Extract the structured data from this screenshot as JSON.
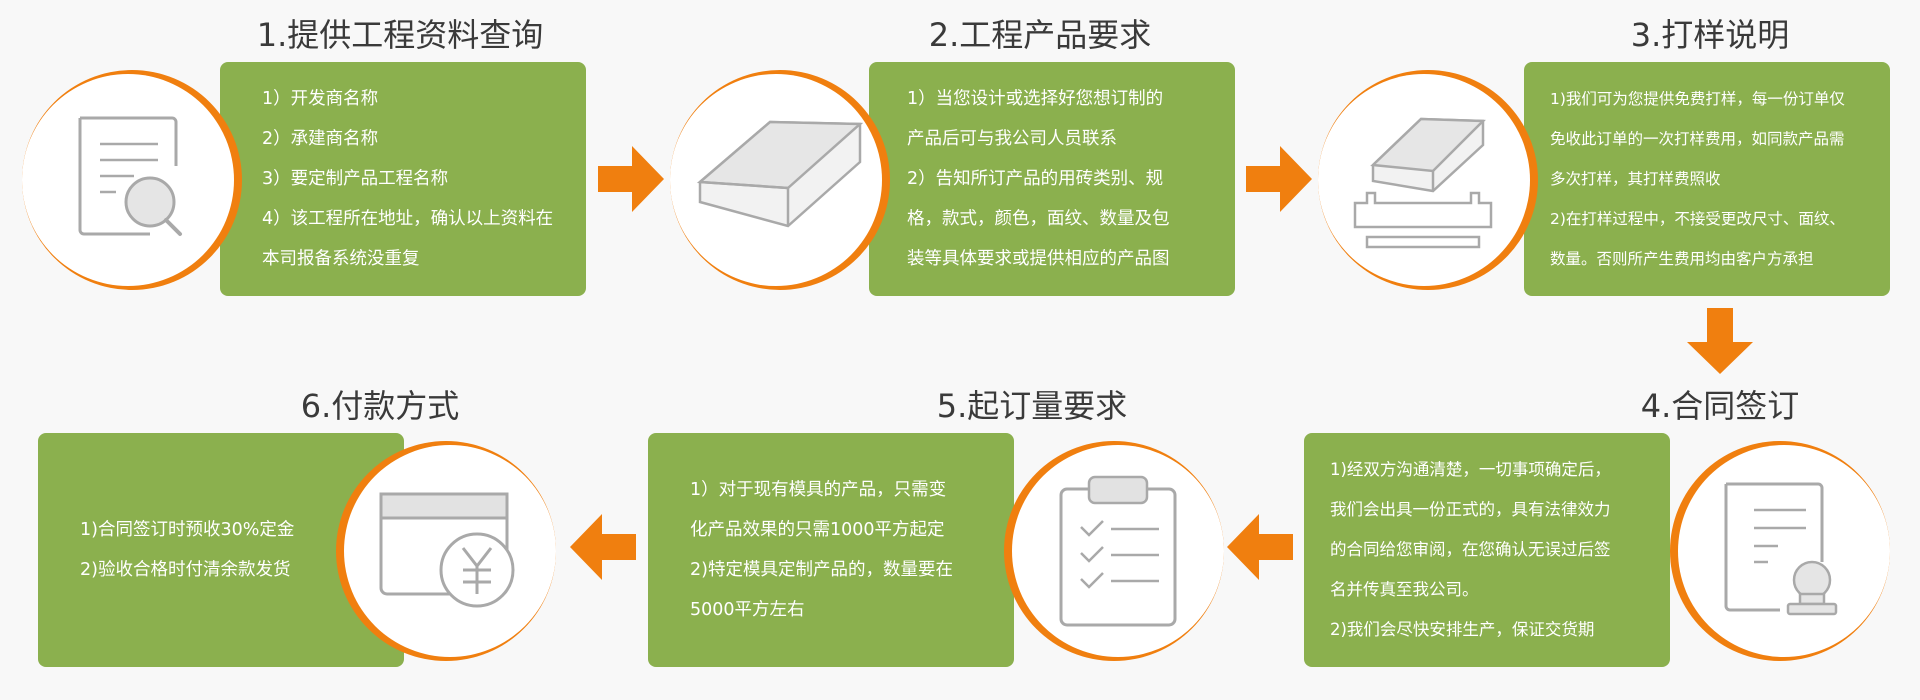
{
  "colors": {
    "accent": "#f07f0f",
    "card": "#8bb04e",
    "icon": "#a9a9a9"
  },
  "steps": [
    {
      "title": "1.提供工程资料查询",
      "icon": "document-search-icon",
      "lines": [
        "1）开发商名称",
        "2）承建商名称",
        "3）要定制产品工程名称",
        "4）该工程所在地址，确认以上资料在",
        "本司报备系统没重复"
      ]
    },
    {
      "title": "2.工程产品要求",
      "icon": "tile-block-icon",
      "lines": [
        "1）当您设计或选择好您想订制的",
        "产品后可与我公司人员联系",
        "2）告知所订产品的用砖类别、规",
        "格，款式，颜色，面纹、数量及包",
        "装等具体要求或提供相应的产品图"
      ]
    },
    {
      "title": "3.打样说明",
      "icon": "sample-mold-icon",
      "lines": [
        "1)我们可为您提供免费打样，每一份订单仅",
        "免收此订单的一次打样费用，如同款产品需",
        "多次打样，其打样费照收",
        "2)在打样过程中，不接受更改尺寸、面纹、",
        "数量。否则所产生费用均由客户方承担"
      ]
    },
    {
      "title": "4.合同签订",
      "icon": "contract-stamp-icon",
      "lines": [
        "1)经双方沟通清楚，一切事项确定后，",
        "我们会出具一份正式的，具有法律效力",
        "的合同给您审阅，在您确认无误过后签",
        "名并传真至我公司。",
        "2)我们会尽快安排生产，保证交货期"
      ]
    },
    {
      "title": "5.起订量要求",
      "icon": "clipboard-checklist-icon",
      "lines": [
        "1）对于现有模具的产品，只需变",
        "化产品效果的只需1000平方起定",
        "2)特定模具定制产品的，数量要在",
        "5000平方左右"
      ]
    },
    {
      "title": "6.付款方式",
      "icon": "yen-payment-card-icon",
      "lines": [
        "1)合同签订时预收30%定金",
        "2)验收合格时付清余款发货"
      ]
    }
  ]
}
